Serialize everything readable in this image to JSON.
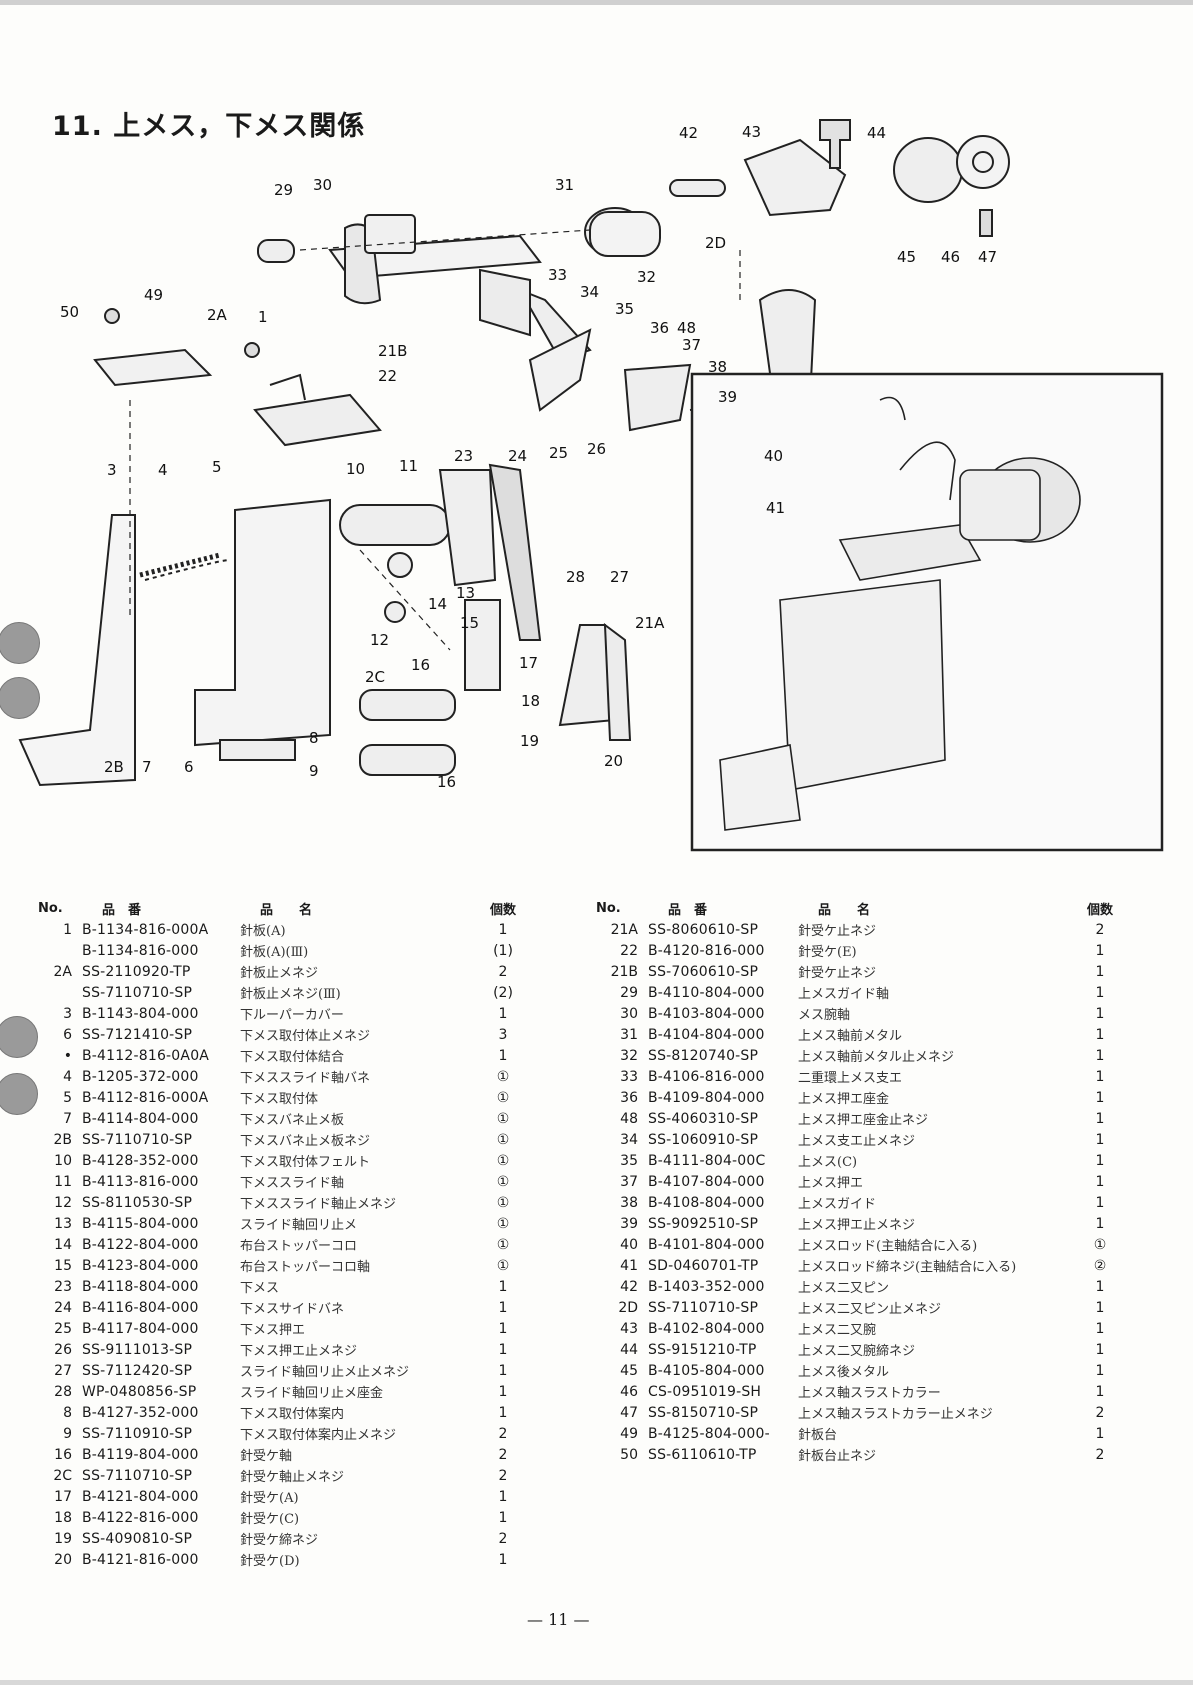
{
  "section_title": "11. 上メス，下メス関係",
  "page_number": "— 11 —",
  "callouts": [
    "42",
    "43",
    "44",
    "31",
    "29",
    "30",
    "45",
    "46",
    "47",
    "2D",
    "32",
    "33",
    "34",
    "49",
    "50",
    "2A",
    "1",
    "35",
    "36",
    "48",
    "37",
    "21B",
    "22",
    "38",
    "39",
    "40",
    "41",
    "3",
    "4",
    "5",
    "10",
    "11",
    "23",
    "24",
    "25",
    "26",
    "28",
    "27",
    "14",
    "13",
    "15",
    "12",
    "2C",
    "16",
    "17",
    "21A",
    "18",
    "19",
    "20",
    "2B",
    "7",
    "6",
    "8",
    "9",
    "16"
  ],
  "left_table": {
    "headers": {
      "no": "No.",
      "part_no": "品　番",
      "name": "品　　名",
      "qty": "個数"
    },
    "rows": [
      {
        "no": "1",
        "part_no": "B-1134-816-000A",
        "name": "針板(A)",
        "qty": "1"
      },
      {
        "no": "",
        "part_no": "B-1134-816-000",
        "name": "針板(A)(Ⅲ)",
        "qty": "(1)"
      },
      {
        "no": "2A",
        "part_no": "SS-2110920-TP",
        "name": "針板止メネジ",
        "qty": "2"
      },
      {
        "no": "",
        "part_no": "SS-7110710-SP",
        "name": "針板止メネジ(Ⅲ)",
        "qty": "(2)"
      },
      {
        "no": "3",
        "part_no": "B-1143-804-000",
        "name": "下ルーパーカバー",
        "qty": "1"
      },
      {
        "no": "6",
        "part_no": "SS-7121410-SP",
        "name": "下メス取付体止メネジ",
        "qty": "3"
      },
      {
        "no": "•",
        "part_no": "B-4112-816-0A0A",
        "name": "下メス取付体結合",
        "qty": "1"
      },
      {
        "no": "4",
        "part_no": "B-1205-372-000",
        "name": "下メススライド軸バネ",
        "qty": "①"
      },
      {
        "no": "5",
        "part_no": "B-4112-816-000A",
        "name": "下メス取付体",
        "qty": "①"
      },
      {
        "no": "7",
        "part_no": "B-4114-804-000",
        "name": "下メスバネ止メ板",
        "qty": "①"
      },
      {
        "no": "2B",
        "part_no": "SS-7110710-SP",
        "name": "下メスバネ止メ板ネジ",
        "qty": "①"
      },
      {
        "no": "10",
        "part_no": "B-4128-352-000",
        "name": "下メス取付体フェルト",
        "qty": "①"
      },
      {
        "no": "11",
        "part_no": "B-4113-816-000",
        "name": "下メススライド軸",
        "qty": "①"
      },
      {
        "no": "12",
        "part_no": "SS-8110530-SP",
        "name": "下メススライド軸止メネジ",
        "qty": "①"
      },
      {
        "no": "13",
        "part_no": "B-4115-804-000",
        "name": "スライド軸回リ止メ",
        "qty": "①"
      },
      {
        "no": "14",
        "part_no": "B-4122-804-000",
        "name": "布台ストッパーコロ",
        "qty": "①"
      },
      {
        "no": "15",
        "part_no": "B-4123-804-000",
        "name": "布台ストッパーコロ軸",
        "qty": "①"
      },
      {
        "no": "23",
        "part_no": "B-4118-804-000",
        "name": "下メス",
        "qty": "1"
      },
      {
        "no": "24",
        "part_no": "B-4116-804-000",
        "name": "下メスサイドバネ",
        "qty": "1"
      },
      {
        "no": "25",
        "part_no": "B-4117-804-000",
        "name": "下メス押エ",
        "qty": "1"
      },
      {
        "no": "26",
        "part_no": "SS-9111013-SP",
        "name": "下メス押エ止メネジ",
        "qty": "1"
      },
      {
        "no": "27",
        "part_no": "SS-7112420-SP",
        "name": "スライド軸回リ止メ止メネジ",
        "qty": "1"
      },
      {
        "no": "28",
        "part_no": "WP-0480856-SP",
        "name": "スライド軸回リ止メ座金",
        "qty": "1"
      },
      {
        "no": "8",
        "part_no": "B-4127-352-000",
        "name": "下メス取付体案内",
        "qty": "1"
      },
      {
        "no": "9",
        "part_no": "SS-7110910-SP",
        "name": "下メス取付体案内止メネジ",
        "qty": "2"
      },
      {
        "no": "16",
        "part_no": "B-4119-804-000",
        "name": "針受ケ軸",
        "qty": "2"
      },
      {
        "no": "2C",
        "part_no": "SS-7110710-SP",
        "name": "針受ケ軸止メネジ",
        "qty": "2"
      },
      {
        "no": "17",
        "part_no": "B-4121-804-000",
        "name": "針受ケ(A)",
        "qty": "1"
      },
      {
        "no": "18",
        "part_no": "B-4122-816-000",
        "name": "針受ケ(C)",
        "qty": "1"
      },
      {
        "no": "19",
        "part_no": "SS-4090810-SP",
        "name": "針受ケ締ネジ",
        "qty": "2"
      },
      {
        "no": "20",
        "part_no": "B-4121-816-000",
        "name": "針受ケ(D)",
        "qty": "1"
      }
    ]
  },
  "right_table": {
    "headers": {
      "no": "No.",
      "part_no": "品　番",
      "name": "品　　名",
      "qty": "個数"
    },
    "rows": [
      {
        "no": "21A",
        "part_no": "SS-8060610-SP",
        "name": "針受ケ止ネジ",
        "qty": "2"
      },
      {
        "no": "22",
        "part_no": "B-4120-816-000",
        "name": "針受ケ(E)",
        "qty": "1"
      },
      {
        "no": "21B",
        "part_no": "SS-7060610-SP",
        "name": "針受ケ止ネジ",
        "qty": "1"
      },
      {
        "no": "29",
        "part_no": "B-4110-804-000",
        "name": "上メスガイド軸",
        "qty": "1"
      },
      {
        "no": "30",
        "part_no": "B-4103-804-000",
        "name": "メス腕軸",
        "qty": "1"
      },
      {
        "no": "31",
        "part_no": "B-4104-804-000",
        "name": "上メス軸前メタル",
        "qty": "1"
      },
      {
        "no": "32",
        "part_no": "SS-8120740-SP",
        "name": "上メス軸前メタル止メネジ",
        "qty": "1"
      },
      {
        "no": "33",
        "part_no": "B-4106-816-000",
        "name": "二重環上メス支エ",
        "qty": "1"
      },
      {
        "no": "36",
        "part_no": "B-4109-804-000",
        "name": "上メス押エ座金",
        "qty": "1"
      },
      {
        "no": "48",
        "part_no": "SS-4060310-SP",
        "name": "上メス押エ座金止ネジ",
        "qty": "1"
      },
      {
        "no": "34",
        "part_no": "SS-1060910-SP",
        "name": "上メス支エ止メネジ",
        "qty": "1"
      },
      {
        "no": "35",
        "part_no": "B-4111-804-00C",
        "name": "上メス(C)",
        "qty": "1"
      },
      {
        "no": "37",
        "part_no": "B-4107-804-000",
        "name": "上メス押エ",
        "qty": "1"
      },
      {
        "no": "38",
        "part_no": "B-4108-804-000",
        "name": "上メスガイド",
        "qty": "1"
      },
      {
        "no": "39",
        "part_no": "SS-9092510-SP",
        "name": "上メス押エ止メネジ",
        "qty": "1"
      },
      {
        "no": "40",
        "part_no": "B-4101-804-000",
        "name": "上メスロッド(主軸結合に入る)",
        "qty": "①"
      },
      {
        "no": "41",
        "part_no": "SD-0460701-TP",
        "name": "上メスロッド締ネジ(主軸結合に入る)",
        "qty": "②"
      },
      {
        "no": "42",
        "part_no": "B-1403-352-000",
        "name": "上メス二又ピン",
        "qty": "1"
      },
      {
        "no": "2D",
        "part_no": "SS-7110710-SP",
        "name": "上メス二又ピン止メネジ",
        "qty": "1"
      },
      {
        "no": "43",
        "part_no": "B-4102-804-000",
        "name": "上メス二又腕",
        "qty": "1"
      },
      {
        "no": "44",
        "part_no": "SS-9151210-TP",
        "name": "上メス二又腕締ネジ",
        "qty": "1"
      },
      {
        "no": "45",
        "part_no": "B-4105-804-000",
        "name": "上メス後メタル",
        "qty": "1"
      },
      {
        "no": "46",
        "part_no": "CS-0951019-SH",
        "name": "上メス軸スラストカラー",
        "qty": "1"
      },
      {
        "no": "47",
        "part_no": "SS-8150710-SP",
        "name": "上メス軸スラストカラー止メネジ",
        "qty": "2"
      },
      {
        "no": "49",
        "part_no": "B-4125-804-000-",
        "name": "針板台",
        "qty": "1"
      },
      {
        "no": "50",
        "part_no": "SS-6110610-TP",
        "name": "針板台止ネジ",
        "qty": "2"
      }
    ]
  }
}
